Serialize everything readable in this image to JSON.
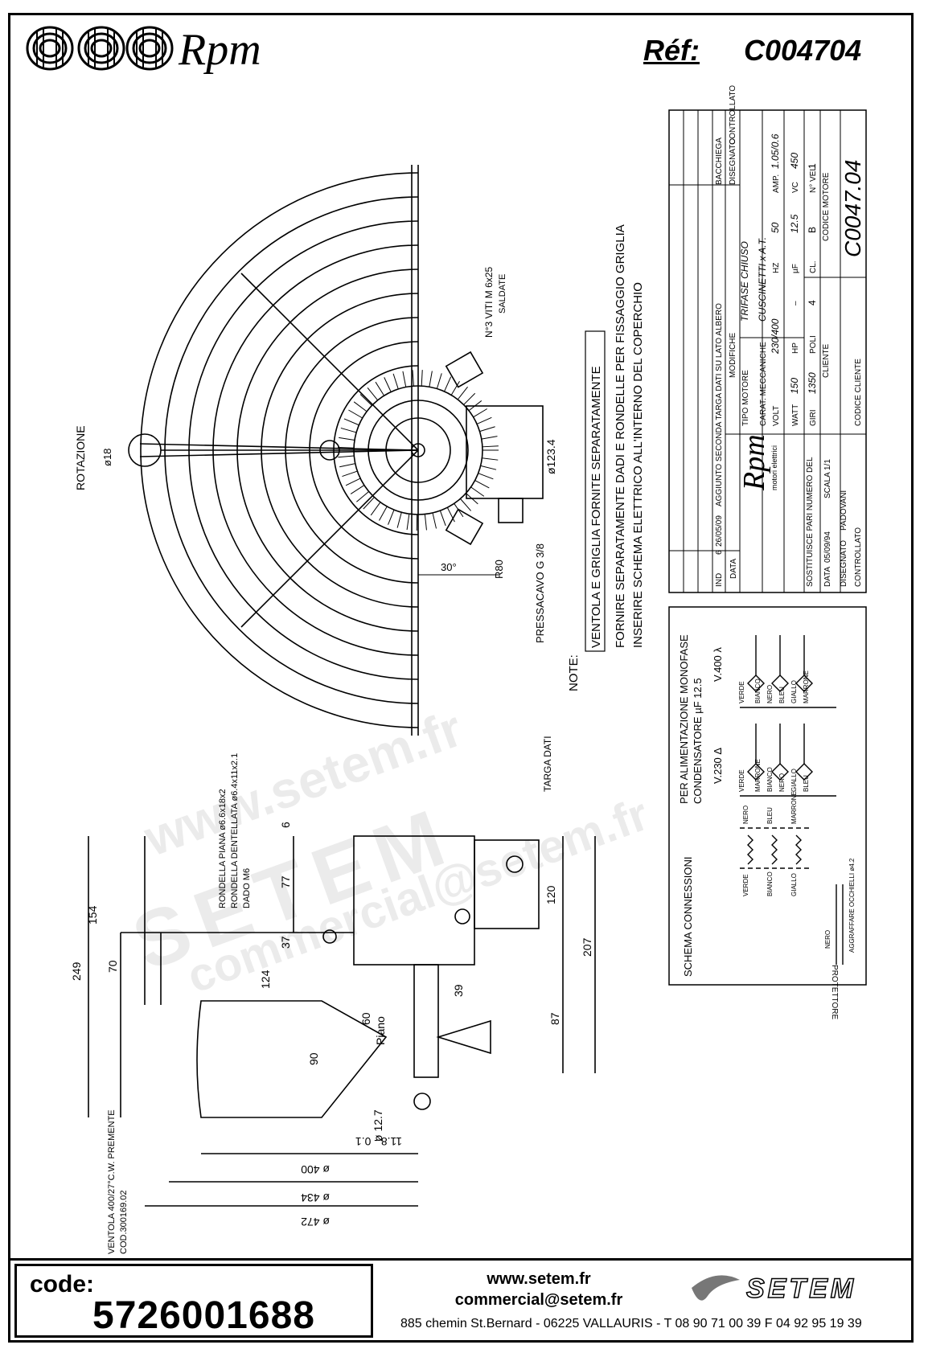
{
  "header": {
    "brand": "Rpm",
    "ref_label": "Réf:",
    "ref_value": "C004704"
  },
  "drawing": {
    "rotation_label": "ROTAZIONE",
    "shaft_label": "ø18",
    "screws_label": "N°3 VITI M 6x25",
    "screws_sub": "SALDATE",
    "diameter_motor": "ø123.4",
    "pressacavo": "PRESSACAVO G 3/8",
    "r80": "R80",
    "angle": "30°",
    "targa_dati": "TARGA DATI",
    "rondella_piana": "RONDELLA PIANA ø6.6x18x2",
    "rondella_dentellata": "RONDELLA DENTELLATA ø6.4x11x2.1",
    "dado": "DADO M6",
    "dims": [
      "249",
      "154",
      "70",
      "37",
      "77",
      "6",
      "124",
      "39",
      "60",
      "90",
      "120",
      "207",
      "87"
    ],
    "piano": "Piano",
    "shaft_diam": "ø 12.7",
    "shaft_flat": "11.8 - 0.1",
    "dia400": "ø 400",
    "dia434": "ø 434",
    "dia472": "ø 472",
    "ventola": "VENTOLA 400/27°C.W. PREMENTE",
    "ventola_cod": "COD.300169.02",
    "note_label": "NOTE:",
    "note_1": "VENTOLA E GRIGLIA FORNITE SEPARATAMENTE",
    "note_2": "FORNIRE SEPARATAMENTE DADI E RONDELLE PER FISSAGGIO GRIGLIA",
    "note_3": "INSERIRE SCHEMA ELETTRICO ALL'INTERNO DEL COPERCHIO"
  },
  "titleblock": {
    "mod_header": "MODIFICHE",
    "mod_row": "AGGIUNTO SECONDA TARGA DATI SU LATO ALBERO",
    "mod_num": "6",
    "mod_date": "26/05/09",
    "mod_by": "BACCHIEGA",
    "col_ind": "IND",
    "col_data": "DATA",
    "disegnato": "DISEGNATO",
    "controllato": "CONTROLLATO",
    "tipo_motore_label": "TIPO MOTORE",
    "tipo_motore_value": "TRIFASE CHIUSO",
    "car_label": "CARAT. MECCANICHE",
    "car_value": "CUSCINETTI x A.T.",
    "volt_label": "VOLT",
    "volt_value": "230/400",
    "hz_label": "HZ",
    "hz_value": "50",
    "amp_label": "AMP.",
    "amp_value": "1.05/0.6",
    "watt_label": "WATT",
    "watt_value": "150",
    "hp_label": "HP",
    "hp_value": "–",
    "uf_label": "µF",
    "uf_value": "12.5",
    "vc_label": "VC",
    "vc_value": "450",
    "giri_label": "GIRI",
    "giri_value": "1350",
    "poli_label": "POLI",
    "poli_value": "4",
    "cl_label": "CL.",
    "cl_value": "B",
    "nvel_label": "N° VEL.",
    "nvel_value": "1",
    "cliente_label": "CLIENTE",
    "codice_motore_label": "CODICE MOTORE",
    "codice_motore_value": "C0047.04",
    "codice_cliente_label": "CODICE CLIENTE",
    "rpm_sub": "motori elettrici",
    "sostituisce": "SOSTITUISCE PARI NUMERO DEL",
    "data_label": "DATA",
    "data_value": "05/09/94",
    "scala_label": "SCALA",
    "scala_value": "1/1",
    "disegnato_label": "DISEGNATO",
    "disegnato_value": "PADOVANI",
    "controllato_label": "CONTROLLATO"
  },
  "schema": {
    "title": "SCHEMA CONNESSIONI",
    "alim": "PER ALIMENTAZIONE MONOFASE",
    "cond": "CONDENSATORE µF 12.5",
    "v230": "V.230 Δ",
    "v400": "V.400 λ",
    "wires_top": [
      "NERO",
      "BLEU",
      "MARRONE"
    ],
    "wires_bottom": [
      "VERDE",
      "BIANCO",
      "GIALLO"
    ],
    "nero": "NERO",
    "aggraffare": "AGGRAFFARE OCCHIELLI ø4.2",
    "protettore": "PROTETTORE",
    "t1": [
      "VERDE",
      "MARRONE",
      "BIANCO",
      "NERO",
      "GIALLO",
      "BLEU"
    ],
    "t2": [
      "VERDE",
      "BIANCO",
      "NERO",
      "BLEU",
      "GIALLO",
      "MARRONE"
    ]
  },
  "footer": {
    "code_label": "code:",
    "code_value": "5726001688",
    "web": "www.setem.fr",
    "email": "commercial@setem.fr",
    "address": "885 chemin St.Bernard  -  06225 VALLAURIS  -  T 08 90 71 00 39   F 04 92 95 19 39",
    "setem_logo": "SETEM"
  },
  "watermark": {
    "w1": "www.setem.fr",
    "w2": "SETEM",
    "w3": "commercial@setem.fr"
  }
}
